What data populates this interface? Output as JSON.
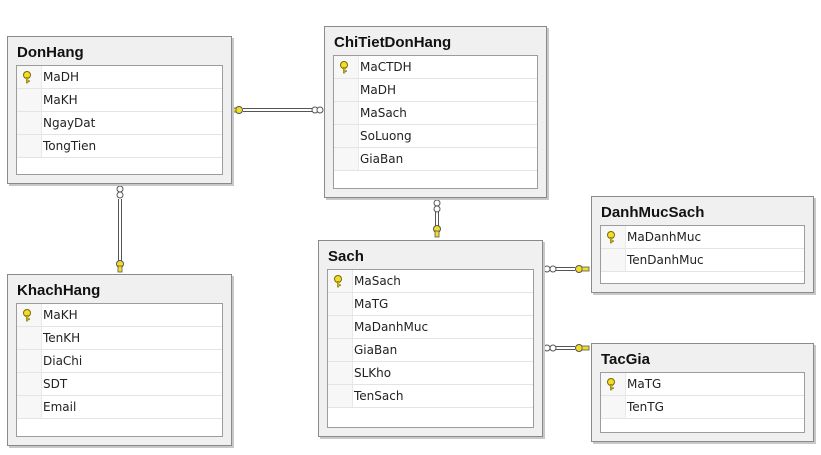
{
  "tables": {
    "donhang": {
      "name": "DonHang",
      "columns": [
        "MaDH",
        "MaKH",
        "NgayDat",
        "TongTien"
      ]
    },
    "chitietdonhang": {
      "name": "ChiTietDonHang",
      "columns": [
        "MaCTDH",
        "MaDH",
        "MaSach",
        "SoLuong",
        "GiaBan"
      ]
    },
    "khachhang": {
      "name": "KhachHang",
      "columns": [
        "MaKH",
        "TenKH",
        "DiaChi",
        "SDT",
        "Email"
      ]
    },
    "sach": {
      "name": "Sach",
      "columns": [
        "MaSach",
        "MaTG",
        "MaDanhMuc",
        "GiaBan",
        "SLKho",
        "TenSach"
      ]
    },
    "danhmucsach": {
      "name": "DanhMucSach",
      "columns": [
        "MaDanhMuc",
        "TenDanhMuc"
      ]
    },
    "tacgia": {
      "name": "TacGia",
      "columns": [
        "MaTG",
        "TenTG"
      ]
    }
  },
  "relationships": [
    {
      "from": "ChiTietDonHang",
      "to": "DonHang"
    },
    {
      "from": "DonHang",
      "to": "KhachHang"
    },
    {
      "from": "ChiTietDonHang",
      "to": "Sach"
    },
    {
      "from": "Sach",
      "to": "DanhMucSach"
    },
    {
      "from": "Sach",
      "to": "TacGia"
    }
  ],
  "colors": {
    "key": "#e8d400",
    "line": "#555555",
    "panel": "#f0f0f0"
  }
}
